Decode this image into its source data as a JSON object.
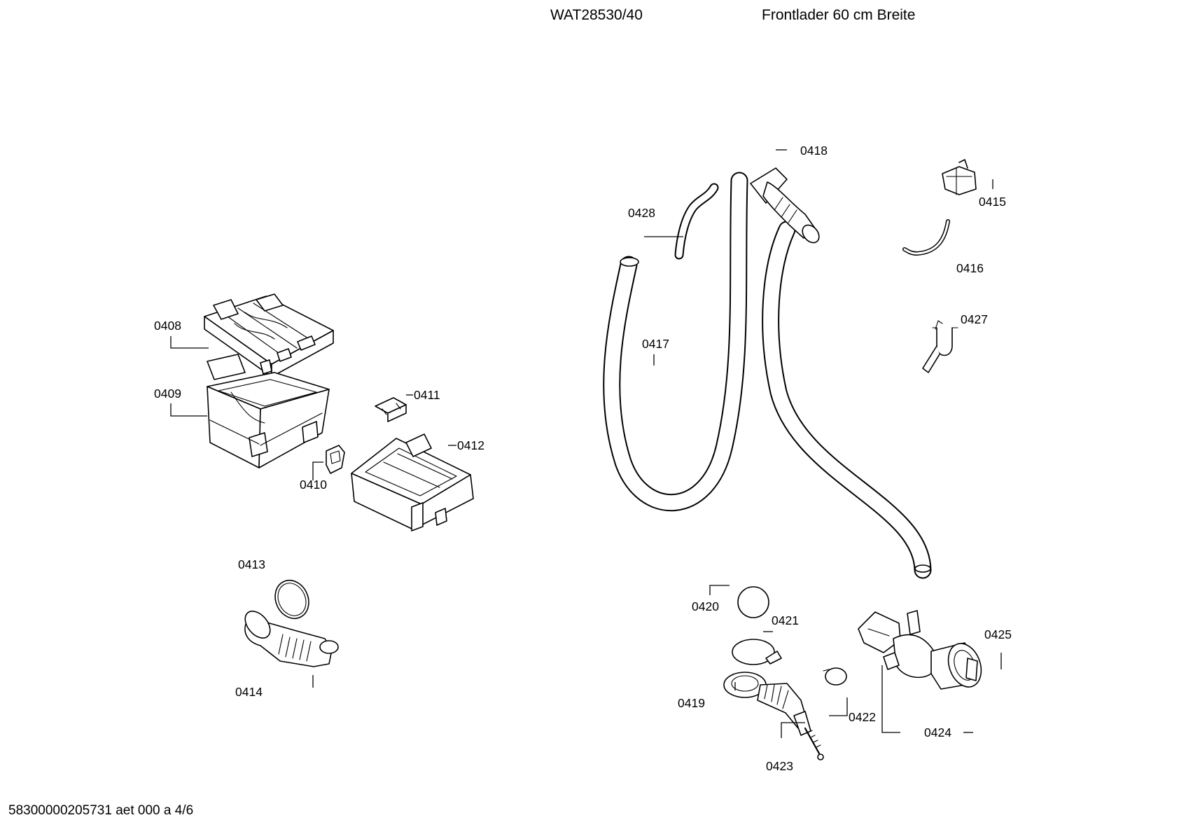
{
  "header": {
    "model": "WAT28530/40",
    "description": "Frontlader 60 cm Breite"
  },
  "footer": {
    "doc_id": "58300000205731 aet 000 a 4/6"
  },
  "parts": {
    "p0408": "0408",
    "p0409": "0409",
    "p0410": "0410",
    "p0411": "0411",
    "p0412": "0412",
    "p0413": "0413",
    "p0414": "0414",
    "p0415": "0415",
    "p0416": "0416",
    "p0417": "0417",
    "p0418": "0418",
    "p0419": "0419",
    "p0420": "0420",
    "p0421": "0421",
    "p0422": "0422",
    "p0423": "0423",
    "p0424": "0424",
    "p0425": "0425",
    "p0427": "0427",
    "p0428": "0428"
  }
}
